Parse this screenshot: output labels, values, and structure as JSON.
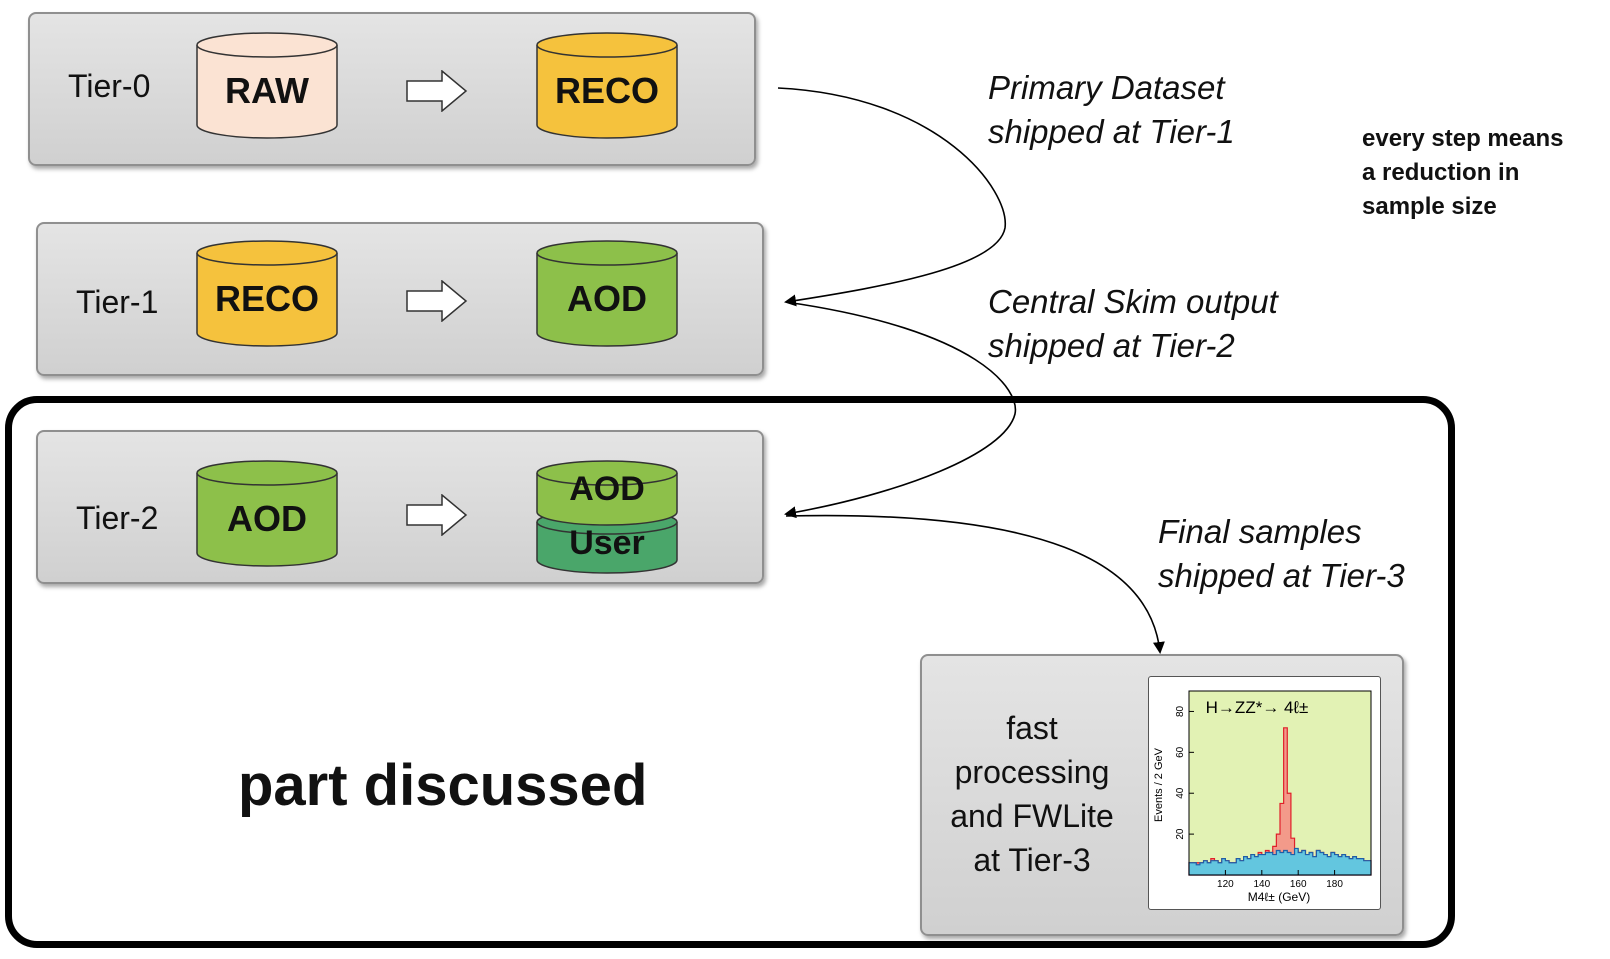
{
  "tiers": [
    {
      "label": "Tier-0",
      "input": "RAW",
      "output": "RECO"
    },
    {
      "label": "Tier-1",
      "input": "RECO",
      "output": "AOD"
    },
    {
      "label": "Tier-2",
      "input": "AOD",
      "output_top": "AOD",
      "output_bottom": "User"
    }
  ],
  "notes": {
    "primary": [
      "Primary Dataset",
      "shipped at Tier-1"
    ],
    "central": [
      "Central Skim output",
      "shipped at Tier-2"
    ],
    "final": [
      "Final samples",
      "shipped at Tier-3"
    ]
  },
  "side_note": [
    "every step means",
    "a reduction in",
    "sample size"
  ],
  "frame_title": "part discussed",
  "tier3_text": [
    "fast",
    "processing",
    "and FWLite",
    "at Tier-3"
  ],
  "colors": {
    "raw": "#fbe3d3",
    "reco": "#f5c23d",
    "aod": "#8dc04a",
    "user": "#4aa66a",
    "tier_box": "#dadada",
    "plot_bg": "#e2f2b4",
    "signal": "#f39a8a",
    "background": "#63c6df"
  },
  "chart_data": {
    "type": "histogram",
    "title": "H→ZZ*→ 4ℓ±",
    "xlabel": "M4ℓ± (GeV)",
    "ylabel": "Events / 2 GeV",
    "xlim": [
      100,
      200
    ],
    "ylim": [
      0,
      90
    ],
    "xticks": [
      "120",
      "140",
      "160",
      "180"
    ],
    "yticks": [
      "20",
      "40",
      "60",
      "80"
    ],
    "bin_width": 2,
    "series": [
      {
        "values": [
          6,
          6,
          6,
          6,
          7,
          6,
          8,
          7,
          6,
          8,
          7,
          6,
          6,
          8,
          7,
          9,
          8,
          10,
          9,
          11,
          10,
          12,
          11,
          14,
          20,
          35,
          72,
          40,
          18,
          12,
          11,
          12,
          10,
          11,
          9,
          12,
          11,
          10,
          9,
          11,
          10,
          9,
          10,
          9,
          8,
          9,
          8,
          8,
          7,
          7
        ]
      },
      {
        "values": [
          6,
          6,
          5,
          6,
          7,
          6,
          7,
          7,
          6,
          8,
          7,
          6,
          6,
          8,
          7,
          9,
          8,
          10,
          9,
          10,
          10,
          11,
          11,
          10,
          12,
          11,
          12,
          11,
          10,
          13,
          11,
          12,
          10,
          11,
          9,
          12,
          11,
          10,
          9,
          11,
          10,
          9,
          10,
          9,
          8,
          9,
          8,
          8,
          7,
          7
        ]
      }
    ]
  }
}
